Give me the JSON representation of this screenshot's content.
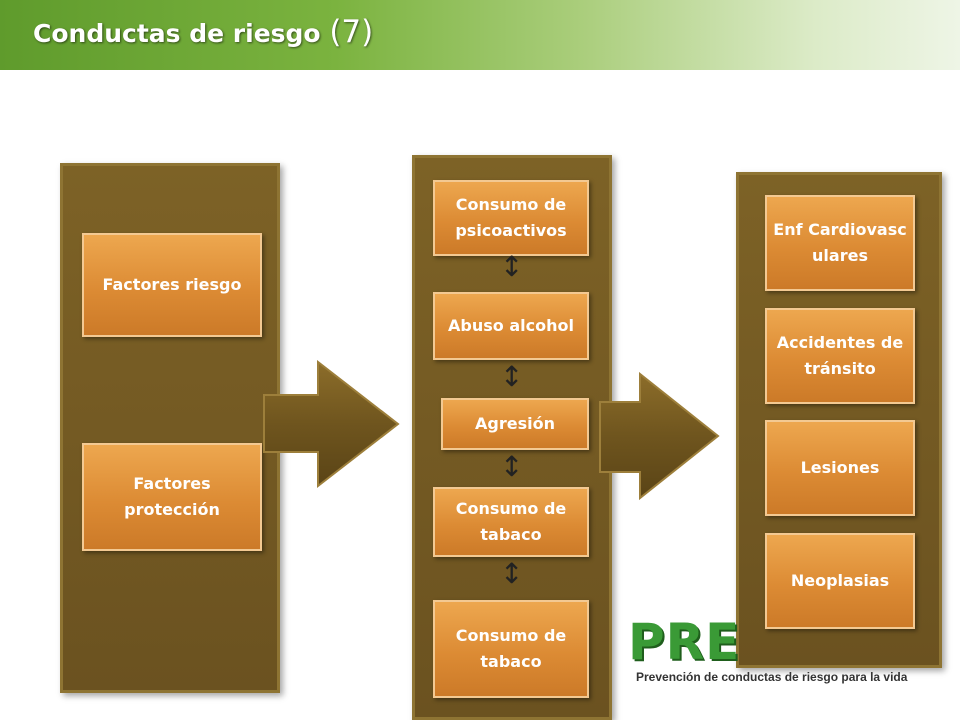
{
  "header": {
    "title_text": "Conductas de riesgo",
    "title_number": "(7)"
  },
  "left_column": {
    "items": [
      "Factores riesgo",
      "Factores protección"
    ]
  },
  "middle_column": {
    "items": [
      "Consumo de psicoactivos",
      "Abuso alcohol",
      "Agresión",
      "Consumo de tabaco",
      "Consumo de tabaco"
    ]
  },
  "right_column": {
    "items": [
      "Enf Cardiovasc ulares",
      "Accidentes de tránsito",
      "Lesiones",
      "Neoplasias"
    ]
  },
  "logo": {
    "letters": "PRE",
    "tagline": "Prevención de conductas de riesgo para la vida"
  },
  "colors": {
    "header_green": "#6aa533",
    "column_brown": "#735a23",
    "box_orange": "#e09038",
    "logo_green": "#3a9a36"
  },
  "icons": {
    "flow_arrow": "right-arrow-icon",
    "link_arrow": "up-down-arrow-icon"
  }
}
